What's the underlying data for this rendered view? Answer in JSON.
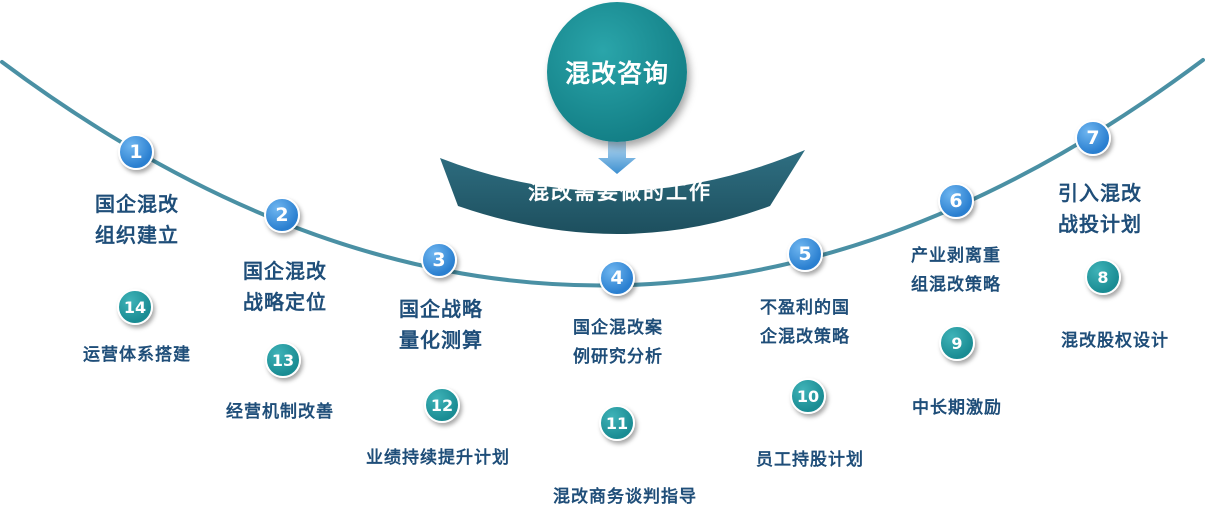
{
  "hub": {
    "title": "混改咨询"
  },
  "band": {
    "label": "混改需要做的工作"
  },
  "colors": {
    "curve": "#4a90a4",
    "blue_node": "#2a7fd0",
    "teal_node": "#1a8c93",
    "label": "#1f4e79",
    "band": "#245a6b"
  },
  "items": [
    {
      "num": "1",
      "lines": [
        "国企混改",
        "组织建立"
      ]
    },
    {
      "num": "2",
      "lines": [
        "国企混改",
        "战略定位"
      ]
    },
    {
      "num": "3",
      "lines": [
        "国企战略",
        "量化测算"
      ]
    },
    {
      "num": "4",
      "lines": [
        "国企混改案",
        "例研究分析"
      ]
    },
    {
      "num": "5",
      "lines": [
        "不盈利的国",
        "企混改策略"
      ]
    },
    {
      "num": "6",
      "lines": [
        "产业剥离重",
        "组混改策略"
      ]
    },
    {
      "num": "7",
      "lines": [
        "引入混改",
        "战投计划"
      ]
    },
    {
      "num": "8",
      "lines": [
        "混改股权设计"
      ]
    },
    {
      "num": "9",
      "lines": [
        "中长期激励"
      ]
    },
    {
      "num": "10",
      "lines": [
        "员工持股计划"
      ]
    },
    {
      "num": "11",
      "lines": [
        "混改商务谈判指导"
      ]
    },
    {
      "num": "12",
      "lines": [
        "业绩持续提升计划"
      ]
    },
    {
      "num": "13",
      "lines": [
        "经营机制改善"
      ]
    },
    {
      "num": "14",
      "lines": [
        "运营体系搭建"
      ]
    }
  ]
}
